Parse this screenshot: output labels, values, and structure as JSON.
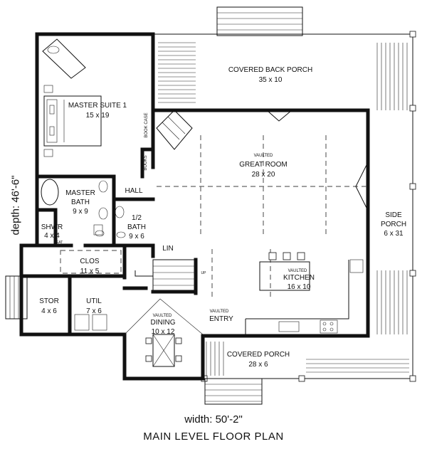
{
  "depth_label": "depth: 46'-6\"",
  "width_label": "width: 50'-2\"",
  "plan_title": "MAIN LEVEL FLOOR PLAN",
  "rooms": {
    "covered_back_porch": {
      "name": "COVERED BACK PORCH",
      "size": "35 x 10"
    },
    "master_suite": {
      "name": "MASTER SUITE 1",
      "size": "15 x 19"
    },
    "great_room": {
      "tag": "VAULTED",
      "name": "GREAT ROOM",
      "size": "28 x 20"
    },
    "master_bath": {
      "name": "MASTER",
      "name2": "BATH",
      "size": "9 x 9"
    },
    "hall": {
      "name": "HALL"
    },
    "half_bath": {
      "name": "1/2",
      "name2": "BATH",
      "size": "9 x 6"
    },
    "shower": {
      "name": "SHWR",
      "size": "4 x 4",
      "seat": "SEAT"
    },
    "closet": {
      "name": "CLOS",
      "size": "11 x 5"
    },
    "linen": {
      "name": "LIN"
    },
    "side_porch": {
      "name": "SIDE",
      "name2": "PORCH",
      "size": "6 x 31"
    },
    "kitchen": {
      "tag": "VAULTED",
      "name": "KITCHEN",
      "size": "16 x 10"
    },
    "storage": {
      "name": "STOR",
      "size": "4 x 6"
    },
    "utility": {
      "name": "UTIL",
      "size": "7 x 6"
    },
    "dining": {
      "tag": "VAULTED",
      "name": "DINING",
      "size": "10 x 12"
    },
    "entry": {
      "tag": "VAULTED",
      "name": "ENTRY"
    },
    "covered_porch": {
      "name": "COVERED PORCH",
      "size": "28 x 6"
    }
  },
  "fixtures": {
    "bookcase": "BOOK CASE",
    "books": "BOOKS",
    "stair_up": "UP"
  }
}
